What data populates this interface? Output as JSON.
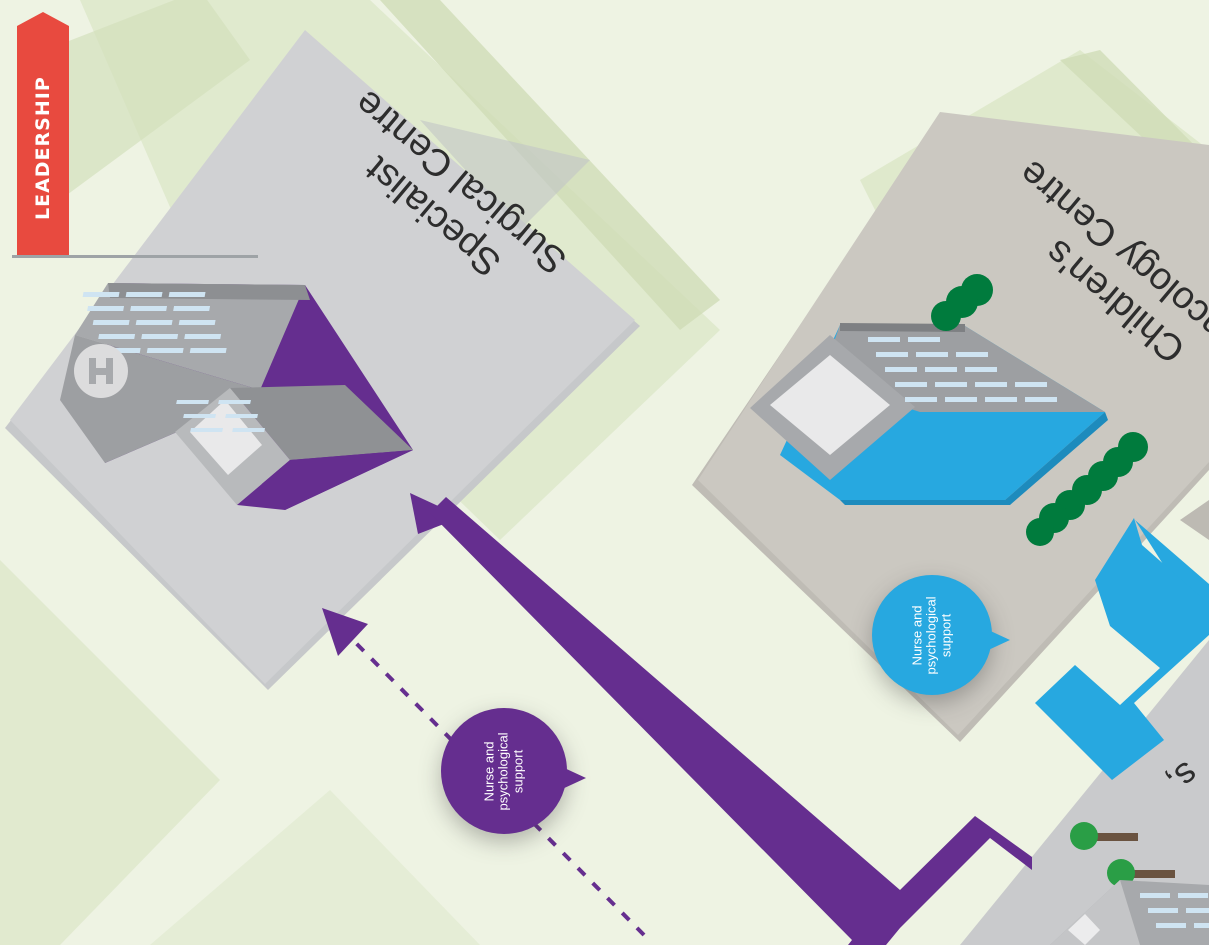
{
  "section_tab": {
    "label": "LEADERSHIP"
  },
  "centres": [
    {
      "name_line1": "Specialist",
      "name_line2": "Surgical Centre"
    },
    {
      "name_line1": "Children's",
      "name_line2": "Oncology Centre"
    }
  ],
  "support_bubbles": [
    {
      "text_line1": "Nurse and",
      "text_line2": "psychological",
      "text_line3": "support",
      "color": "#652e8f"
    },
    {
      "text_line1": "Nurse and",
      "text_line2": "psychological",
      "text_line3": "support",
      "color": "#27a8e0"
    }
  ],
  "colors": {
    "background": "#eef3e3",
    "band": "#d7e4c3",
    "plaza": "#cfd0d2",
    "plaza_beige": "#c9c6bf",
    "purple": "#652e8f",
    "blue": "#27a8e0",
    "tree": "#007b3d",
    "tab_red": "#e84a3f"
  },
  "icons": [
    "hospital-h-icon"
  ]
}
